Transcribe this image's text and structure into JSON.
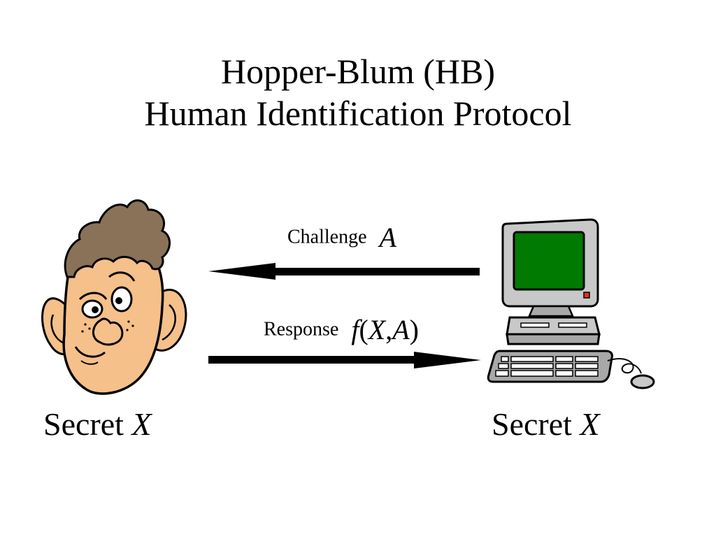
{
  "title": {
    "line1": "Hopper-Blum (HB)",
    "line2": "Human Identification Protocol"
  },
  "challenge": {
    "label": "Challenge",
    "symbol": "A"
  },
  "response": {
    "label": "Response",
    "func": "f",
    "open": "(",
    "arg1": "X",
    "comma": ",",
    "arg2": "A",
    "close": ")"
  },
  "human": {
    "secret_label": "Secret",
    "secret_var": "X",
    "icon": "cartoon-human-face-icon"
  },
  "computer": {
    "secret_label": "Secret",
    "secret_var": "X",
    "icon": "desktop-computer-icon"
  },
  "colors": {
    "skin": "#f5c08a",
    "hair": "#8a7258",
    "screen": "#007a00",
    "case": "#c8c8c8",
    "led": "#e03020",
    "arrow": "#000000"
  }
}
